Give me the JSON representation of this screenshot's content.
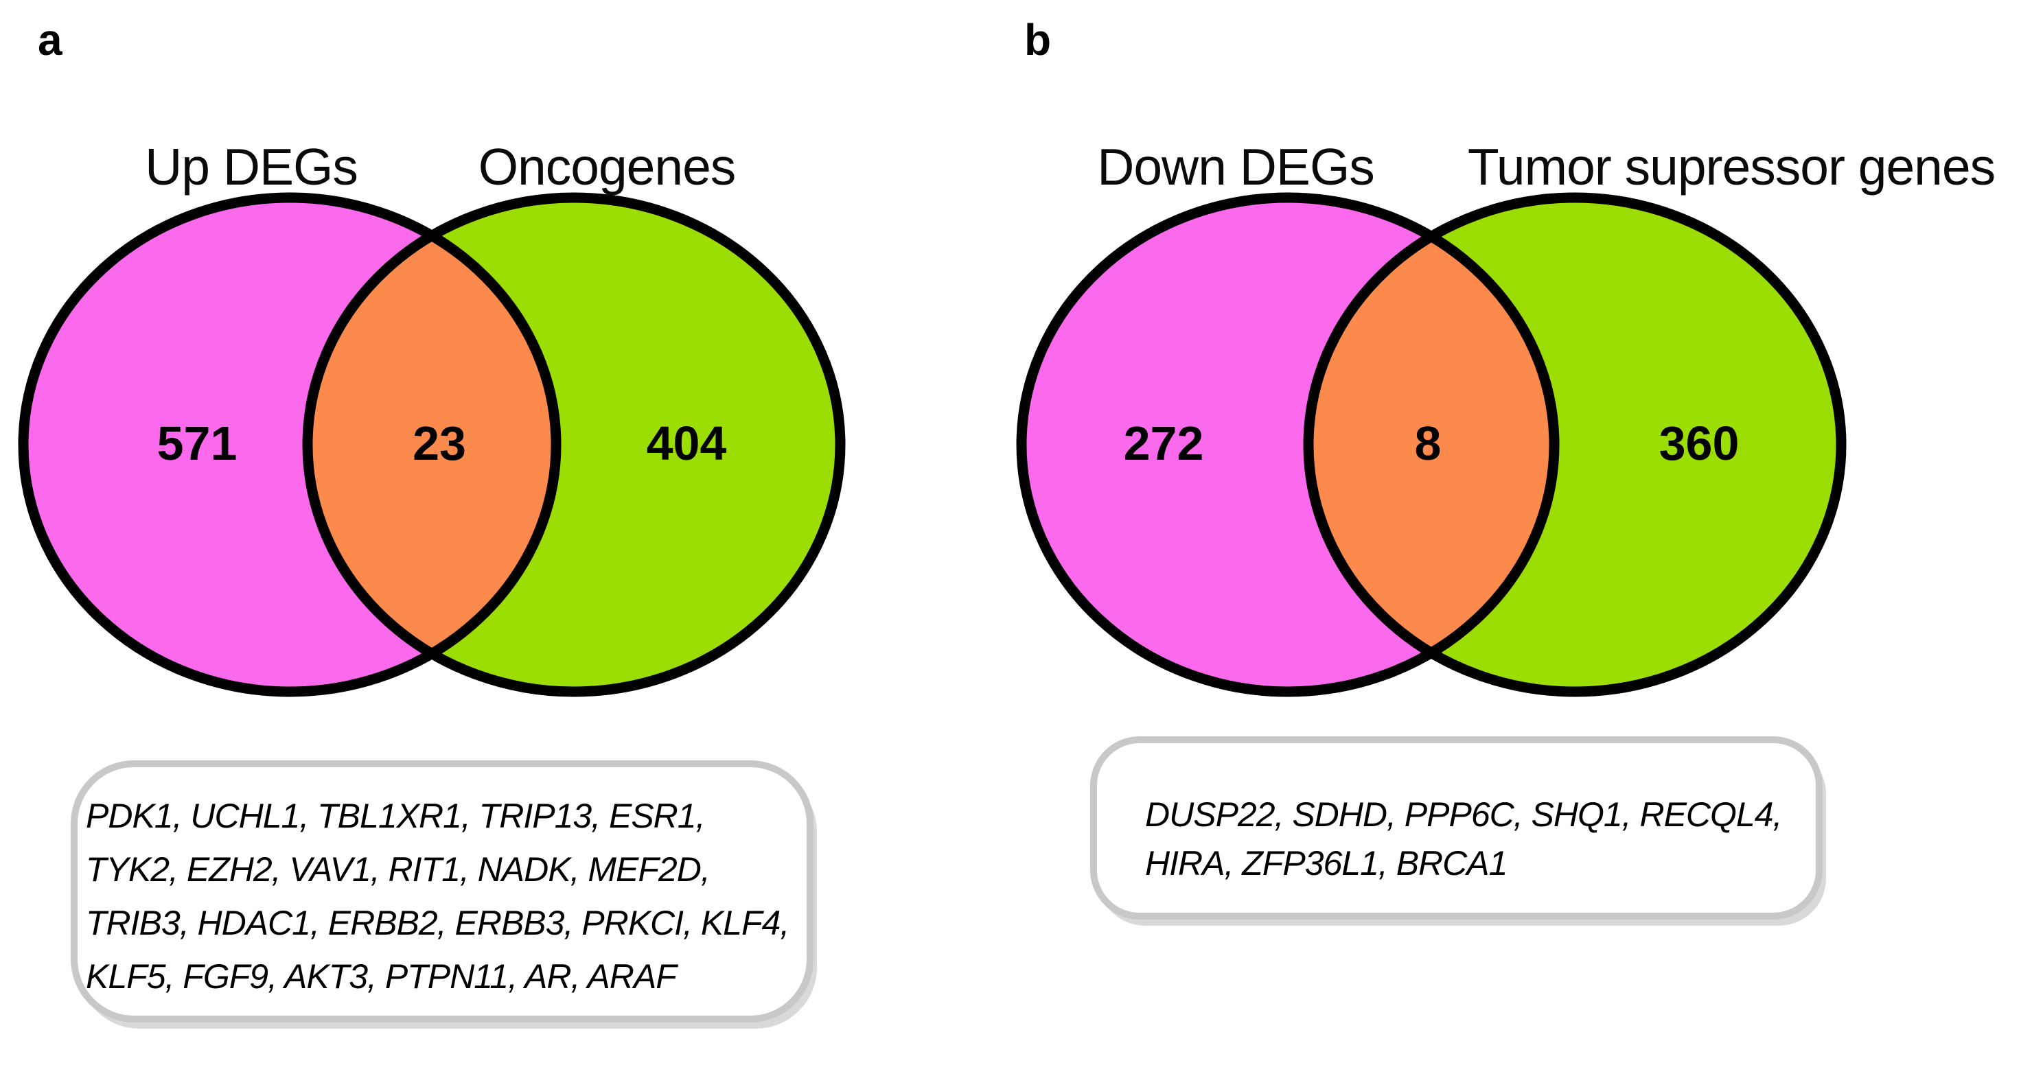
{
  "colors": {
    "deg_set_fill": "#FB6AEC",
    "gene_set_fill": "#9CDE04",
    "overlap_fill": "#FC8A4C",
    "circle_outline": "#000000",
    "box_border": "#C8C8C8"
  },
  "figure": {
    "panels": [
      {
        "panel_label": "a",
        "left_label": "Up DEGs",
        "right_label": "Oncogenes",
        "left_count": "571",
        "overlap_count": "23",
        "right_count": "404",
        "gene_lines": [
          "PDK1, UCHL1, TBL1XR1, TRIP13, ESR1,",
          "TYK2, EZH2, VAV1, RIT1, NADK, MEF2D,",
          "TRIB3, HDAC1, ERBB2, ERBB3, PRKCI, KLF4,",
          "KLF5, FGF9, AKT3, PTPN11, AR, ARAF"
        ]
      },
      {
        "panel_label": "b",
        "left_label": "Down DEGs",
        "right_label": "Tumor supressor genes",
        "left_count": "272",
        "overlap_count": "8",
        "right_count": "360",
        "gene_lines": [
          "DUSP22, SDHD, PPP6C, SHQ1, RECQL4,",
          "HIRA, ZFP36L1, BRCA1"
        ]
      }
    ]
  },
  "chart_data": [
    {
      "type": "venn",
      "title": "a",
      "sets": [
        {
          "label": "Up DEGs",
          "unique_count": 571,
          "color": "#FB6AEC"
        },
        {
          "label": "Oncogenes",
          "unique_count": 404,
          "color": "#9CDE04"
        }
      ],
      "intersection_count": 23,
      "intersection_color": "#FC8A4C",
      "intersection_genes": [
        "PDK1",
        "UCHL1",
        "TBL1XR1",
        "TRIP13",
        "ESR1",
        "TYK2",
        "EZH2",
        "VAV1",
        "RIT1",
        "NADK",
        "MEF2D",
        "TRIB3",
        "HDAC1",
        "ERBB2",
        "ERBB3",
        "PRKCI",
        "KLF4",
        "KLF5",
        "FGF9",
        "AKT3",
        "PTPN11",
        "AR",
        "ARAF"
      ]
    },
    {
      "type": "venn",
      "title": "b",
      "sets": [
        {
          "label": "Down DEGs",
          "unique_count": 272,
          "color": "#FB6AEC"
        },
        {
          "label": "Tumor supressor genes",
          "unique_count": 360,
          "color": "#9CDE04"
        }
      ],
      "intersection_count": 8,
      "intersection_color": "#FC8A4C",
      "intersection_genes": [
        "DUSP22",
        "SDHD",
        "PPP6C",
        "SHQ1",
        "RECQL4",
        "HIRA",
        "ZFP36L1",
        "BRCA1"
      ]
    }
  ]
}
